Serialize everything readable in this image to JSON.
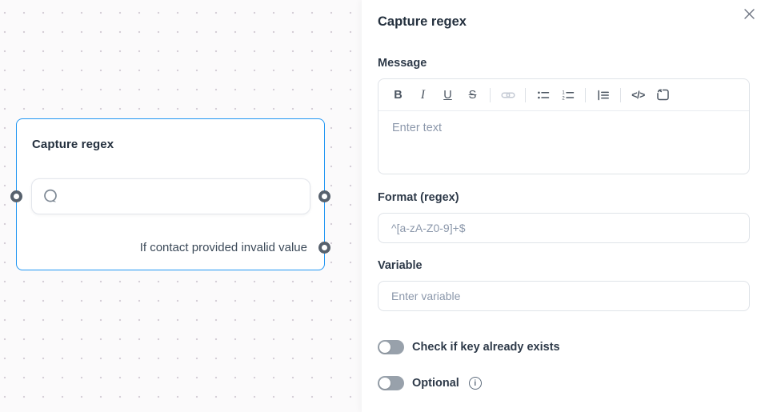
{
  "colors": {
    "accent_blue": "#2196f3",
    "canvas_bg": "#fbfafb",
    "canvas_dot": "#d5cfd7",
    "panel_bg": "#ffffff",
    "title_text": "#24303e",
    "label_text": "#2e3a49",
    "body_text": "#3c4a59",
    "placeholder_text": "#8c98ab",
    "input_border": "#dfe3e8",
    "toolbar_icon": "#4c5662",
    "toolbar_icon_disabled": "#c3c9d3",
    "toggle_off_track": "#98a1ab",
    "port_ring": "#57616d"
  },
  "canvas": {
    "node": {
      "title": "Capture regex",
      "output_label": "If contact provided invalid value",
      "selected": true,
      "ports": [
        "input-left",
        "output-right",
        "output-invalid-value"
      ]
    }
  },
  "panel": {
    "title": "Capture regex",
    "message": {
      "label": "Message",
      "placeholder": "Enter text",
      "toolbar": {
        "bold": "B",
        "italic": "I",
        "underline": "U",
        "strikethrough": "S",
        "link": "link-icon",
        "bullet_list": "bullet-list-icon",
        "ordered_list": "ordered-list-icon",
        "block_list": "block-list-icon",
        "code": "</>",
        "sticker": "emoji-sticker-icon"
      }
    },
    "format": {
      "label": "Format (regex)",
      "placeholder": "^[a-zA-Z0-9]+$",
      "value": ""
    },
    "variable": {
      "label": "Variable",
      "placeholder": "Enter variable",
      "value": ""
    },
    "toggles": [
      {
        "label": "Check if key already exists",
        "state": "off"
      },
      {
        "label": "Optional",
        "state": "off",
        "has_info": true
      }
    ],
    "icons": {
      "info": "i"
    }
  }
}
